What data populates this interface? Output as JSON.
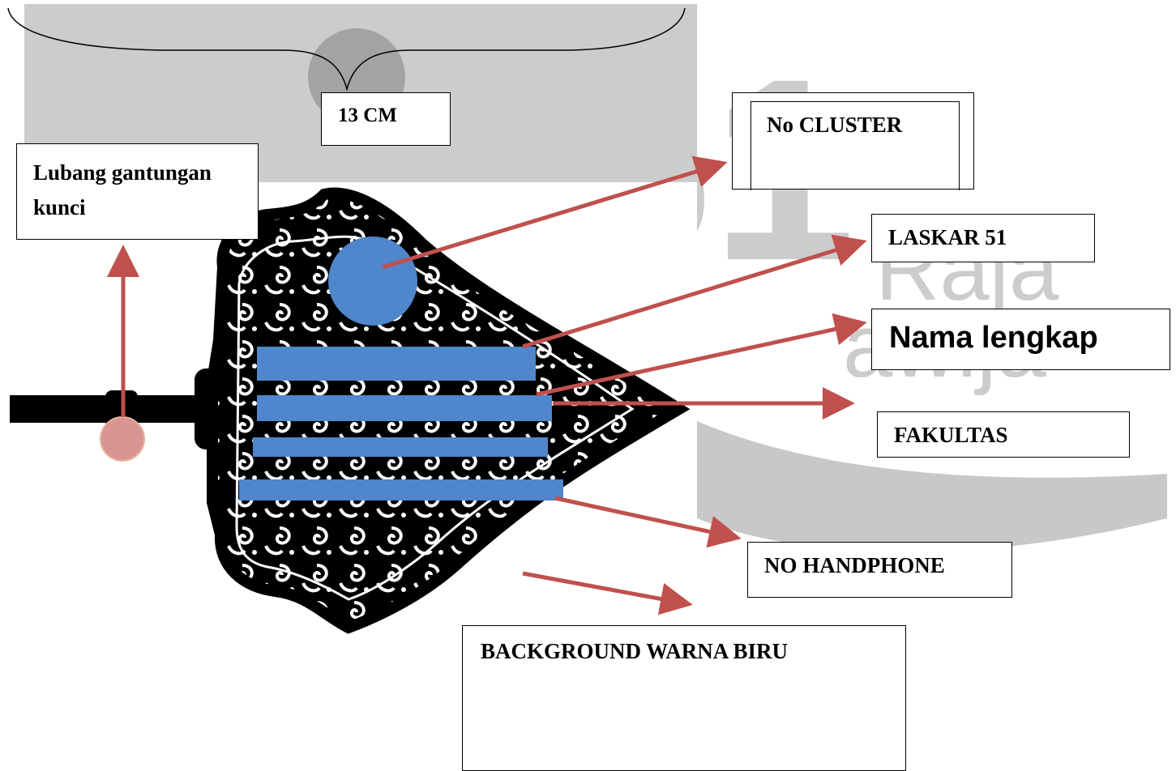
{
  "labels": {
    "size": "13 CM",
    "key_hole": "Lubang gantungan kunci",
    "cluster": "No CLUSTER",
    "laskar": "LASKAR 51",
    "full_name": "Nama lengkap",
    "faculty": "FAKULTAS",
    "phone": "NO HANDPHONE",
    "background": "BACKGROUND WARNA BIRU"
  },
  "watermark": {
    "number": "51",
    "word1": "Raja",
    "word2": "awija"
  },
  "colors": {
    "stripe_blue": "#4f86cc",
    "cluster_circle": "#4f86cc",
    "hole_pink": "#d99594",
    "arrow_red": "#c0504d",
    "ornament": "#000000"
  }
}
